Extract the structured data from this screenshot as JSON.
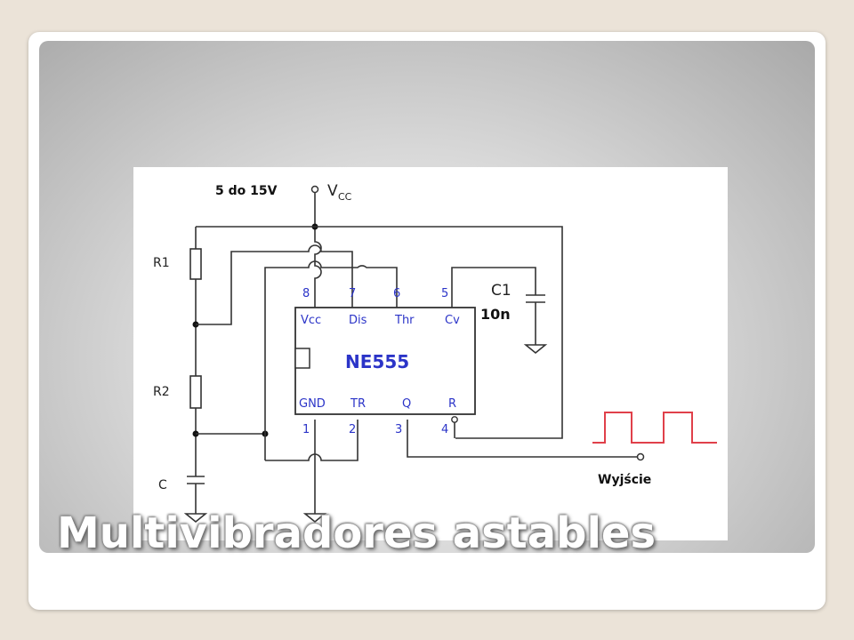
{
  "slide": {
    "title": "Multivibradores astables"
  },
  "circuit": {
    "supply_label": "5 do 15V",
    "vcc_label": "V",
    "vcc_subscript": "CC",
    "chip_name": "NE555",
    "components": {
      "r1": "R1",
      "r2": "R2",
      "c": "C",
      "c1": "C1",
      "c1_value": "10n"
    },
    "pins_top": [
      {
        "number": "8",
        "name": "Vcc"
      },
      {
        "number": "7",
        "name": "Dis"
      },
      {
        "number": "6",
        "name": "Thr"
      },
      {
        "number": "5",
        "name": "Cv"
      }
    ],
    "pins_bottom": [
      {
        "number": "1",
        "name": "GND"
      },
      {
        "number": "2",
        "name": "TR"
      },
      {
        "number": "3",
        "name": "Q"
      },
      {
        "number": "4",
        "name": "R"
      }
    ],
    "output_label": "Wyjście",
    "colors": {
      "pin_labels": "#2b34c8",
      "waveform": "#e0404a",
      "wires": "#333333"
    }
  }
}
